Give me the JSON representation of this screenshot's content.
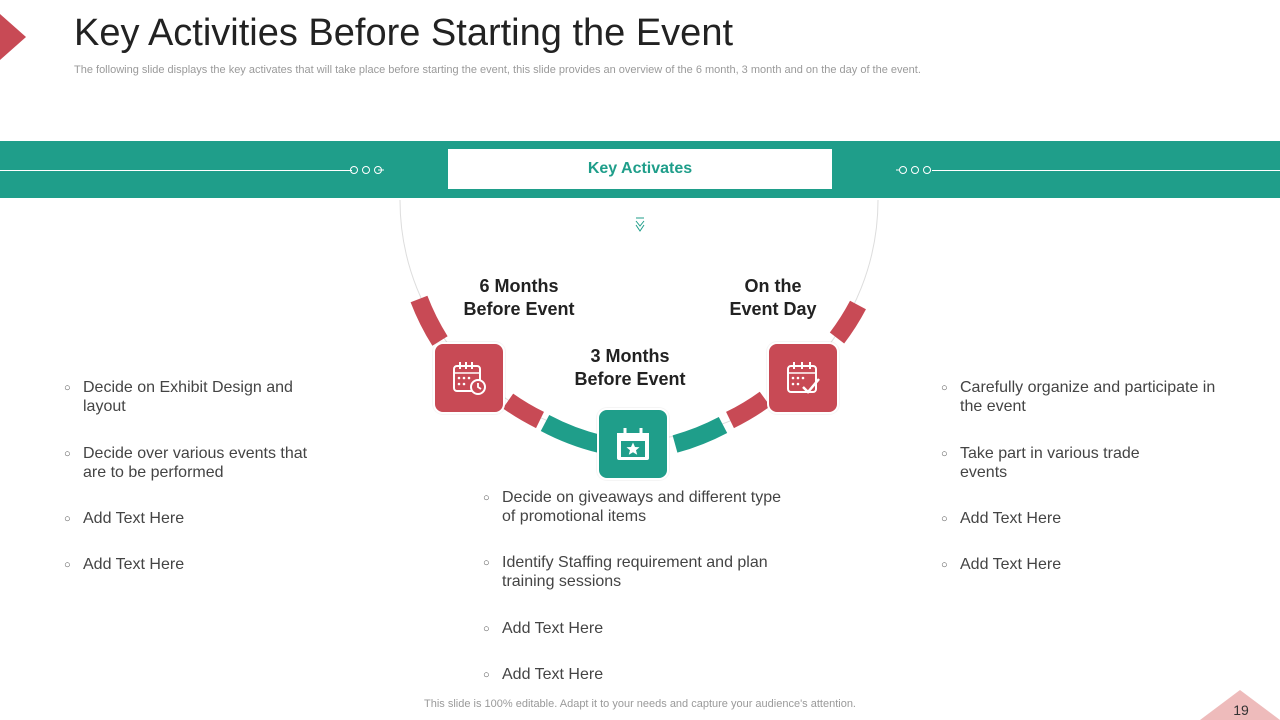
{
  "header": {
    "title": "Key Activities Before Starting the Event",
    "subtitle": "The following slide displays the key activates that will take place before starting the event, this slide provides an overview of the 6 month, 3 month and on the day of the event."
  },
  "banner": {
    "label": "Key Activates"
  },
  "phases": {
    "left": {
      "line1": "6 Months",
      "line2": "Before Event",
      "icon": "calendar-clock-icon"
    },
    "center": {
      "line1": "3 Months",
      "line2": "Before Event",
      "icon": "calendar-star-icon"
    },
    "right": {
      "line1": "On the",
      "line2": "Event Day",
      "icon": "calendar-check-icon"
    }
  },
  "columns": {
    "left": [
      "Decide on Exhibit Design and layout",
      "Decide over various events that are to be performed",
      "Add Text Here",
      "Add Text Here"
    ],
    "center": [
      "Decide on giveaways and different type of promotional items",
      "Identify  Staffing requirement and plan training sessions",
      "Add Text Here",
      "Add Text Here"
    ],
    "right": [
      "Carefully organize and participate in the event",
      "Take part in various trade events",
      "Add Text Here",
      "Add Text Here"
    ]
  },
  "footer": {
    "text": "This slide is 100% editable. Adapt it to your needs and capture your audience's attention."
  },
  "page_number": "19",
  "colors": {
    "accent_red": "#c84a55",
    "accent_teal": "#1f9e8a",
    "corner_pink": "#eebbbb"
  }
}
